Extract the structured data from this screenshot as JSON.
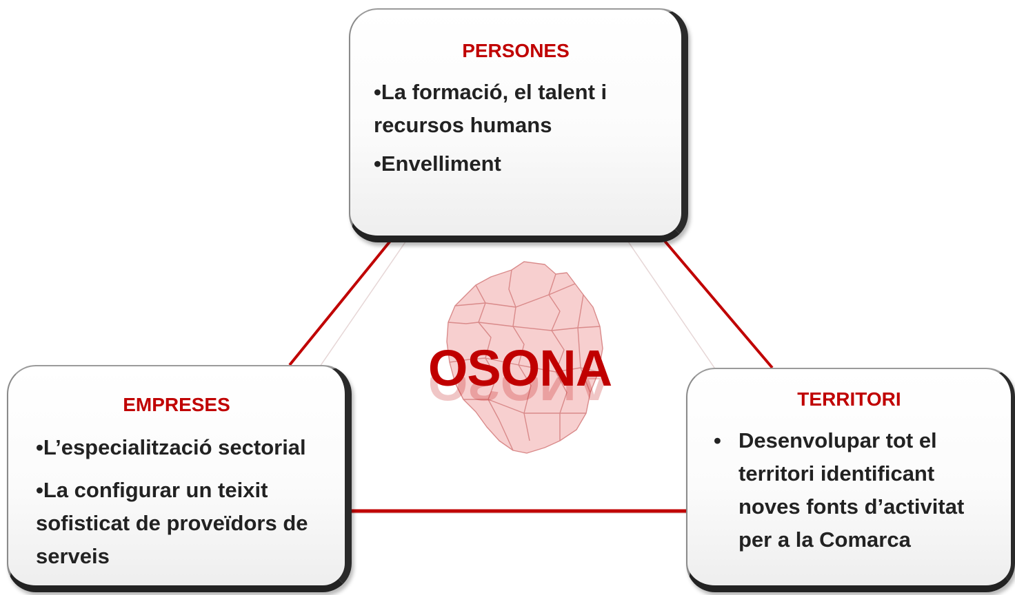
{
  "center": {
    "label": "OSONA",
    "map_icon": "osona-municipalities-map"
  },
  "colors": {
    "accent": "#c00000",
    "map_fill": "#f6c9c9",
    "map_stroke": "#d98a8a",
    "text": "#222222"
  },
  "cards": {
    "persones": {
      "title": "PERSONES",
      "items": [
        {
          "bullet": "•",
          "text_line1": "La formació, el talent i",
          "text_line2": "recursos humans"
        },
        {
          "bullet": "•",
          "text_line1": "Envelliment"
        }
      ]
    },
    "empreses": {
      "title": "EMPRESES",
      "items": [
        {
          "bullet": "•",
          "text_line1": "L’especialització sectorial"
        },
        {
          "bullet": "•",
          "text_line1": "La configurar un teixit",
          "text_line2": "sofisticat de proveïdors de",
          "text_line3": "serveis"
        }
      ]
    },
    "territori": {
      "title": "TERRITORI",
      "items": [
        {
          "bullet": "•",
          "text_line1": "Desenvolupar tot el",
          "text_line2": "territori identificant",
          "text_line3": "noves fonts d’activitat",
          "text_line4": "per a la Comarca"
        }
      ]
    }
  }
}
